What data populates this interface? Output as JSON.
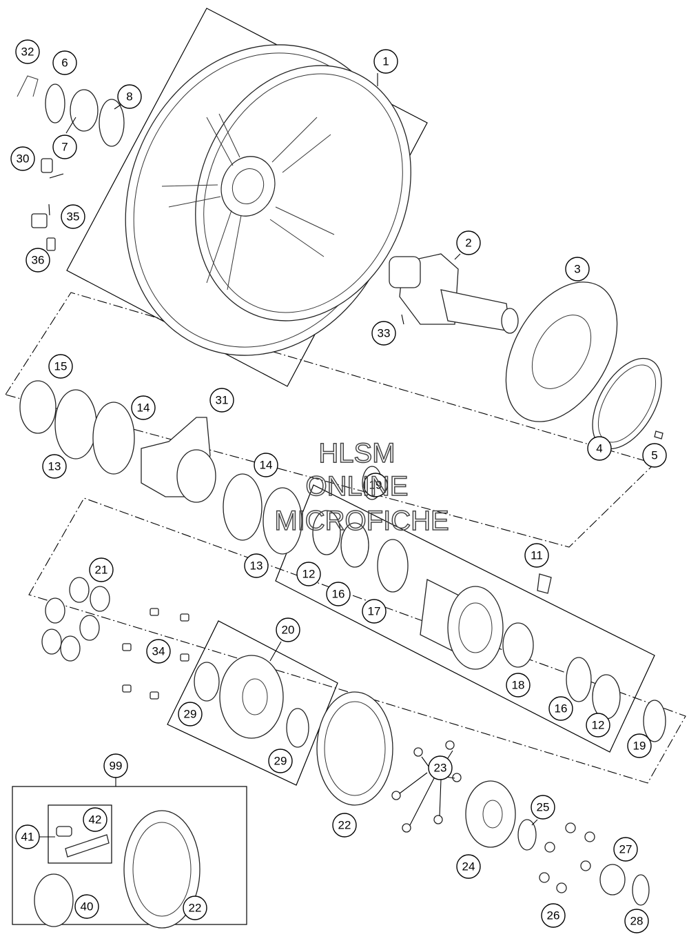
{
  "watermark": {
    "line1": "HLSM",
    "line2": "ONLINE",
    "line3": "MICROFICHE"
  },
  "callouts": {
    "p1": "1",
    "p2": "2",
    "p3": "3",
    "p4": "4",
    "p5": "5",
    "p6": "6",
    "p7": "7",
    "p8": "8",
    "p11": "11",
    "p12a": "12",
    "p12b": "12",
    "p13a": "13",
    "p13b": "13",
    "p14a": "14",
    "p14b": "14",
    "p15": "15",
    "p16a": "16",
    "p16b": "16",
    "p17": "17",
    "p18": "18",
    "p19a": "19",
    "p19b": "19",
    "p20": "20",
    "p21": "21",
    "p22a": "22",
    "p22b": "22",
    "p23": "23",
    "p24": "24",
    "p25": "25",
    "p26": "26",
    "p27": "27",
    "p28": "28",
    "p29a": "29",
    "p29b": "29",
    "p30": "30",
    "p31": "31",
    "p32": "32",
    "p33": "33",
    "p34": "34",
    "p35": "35",
    "p36": "36",
    "p40": "40",
    "p41": "41",
    "p42": "42",
    "p99": "99"
  }
}
